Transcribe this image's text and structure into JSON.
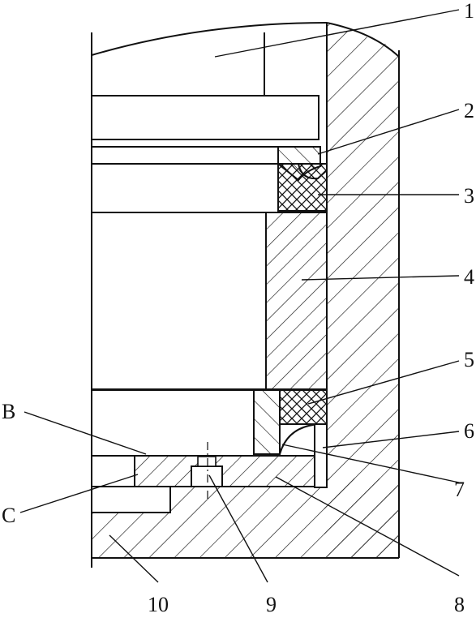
{
  "diagram": {
    "type": "engineering-cross-section",
    "callouts": {
      "n1": "1",
      "n2": "2",
      "n3": "3",
      "n4": "4",
      "n5": "5",
      "n6": "6",
      "n7": "7",
      "n8": "8",
      "n9": "9",
      "n10": "10",
      "B": "B",
      "C": "C"
    },
    "colors": {
      "line": "#111111",
      "background": "#ffffff"
    }
  }
}
